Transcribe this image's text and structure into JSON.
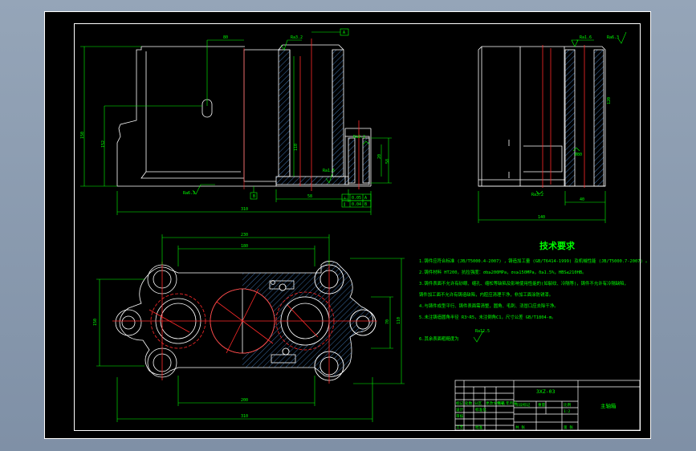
{
  "colors": {
    "workspace": "#8e9eb1",
    "paper": "#000000",
    "outline": "#ffffff",
    "dimension": "#00ff00",
    "centerline": "#ff2a2a",
    "hatch": "#5aa8ff"
  },
  "front_view": {
    "dims": {
      "top_width": "80",
      "bottom_width": "310",
      "height_left": "150",
      "bore_height": "110",
      "inner_right": "58",
      "small_right": "58",
      "left_wall": "152",
      "hole_label": "20"
    },
    "roughness": {
      "left_bottom": "Ra6.3",
      "top_mid": "Ra3.2",
      "mid_bore": "Ra1.6",
      "side": "Ra3.2"
    },
    "datum": {
      "a": "A",
      "b": "B"
    },
    "tolerance_rows": [
      [
        "⊥",
        "0.05",
        "A"
      ],
      [
        "∥",
        "0.04",
        "B"
      ]
    ]
  },
  "side_view": {
    "dims": {
      "bottom_width": "140",
      "height": "120",
      "bore": "Ø80",
      "wall": "40"
    },
    "roughness": {
      "top": "Ra1.6",
      "bottom": "Ra3.2",
      "corner": "Ra6.3"
    }
  },
  "plan_view": {
    "dims": {
      "top_overall": "230",
      "top_inner": "180",
      "bottom_overall": "310",
      "bottom_inner": "200",
      "left_height": "150",
      "right_height": "110",
      "right_small": "70"
    }
  },
  "tech_requirements": {
    "title": "技术要求",
    "items": [
      "1.铸件应符合标准 (JB/T5000.4-2007) ，铸造加工量 (GB/T6414-1999) 及机械性能 (JB/T5000.7-2007) 。",
      "2.铸件材料 HT200，抗拉强度：σb≥200MPa，σs≥150MPa，δ≥1.5%，HBS≤210HB。",
      "3.铸件表面不允许有砂眼、缩孔、缩松等缺陷及影响使用性能的(如裂纹、冷隔等)，铸件不允许有冷隔缺陷，",
      "  铸件加工面不允许有铸造缺陷，内腔应清理干净，非加工面涂防锈漆。",
      "4.与铸件成型平行、铸件表面需清整，圆角、毛刺、浇冒口应去除干净。",
      "5.未注铸造圆角半径 R3~R5，未注倒角C1，尺寸公差 GB/T1804-m。",
      "6.其余表面粗糙度为",
      "Ra12.5"
    ]
  },
  "title_block": {
    "drawing_no": "3XZ-03",
    "part_name": "主轴箱",
    "small_cells": [
      "标记",
      "处数",
      "分区",
      "更改文件号",
      "签名",
      "年月日"
    ],
    "row2": [
      "设计",
      "标准化",
      "阶段标记",
      "重量",
      "比例"
    ],
    "row3": [
      "审核",
      "",
      "",
      "",
      "1:2"
    ],
    "row4": [
      "工艺",
      "批准",
      "共 张",
      "第 张"
    ]
  }
}
